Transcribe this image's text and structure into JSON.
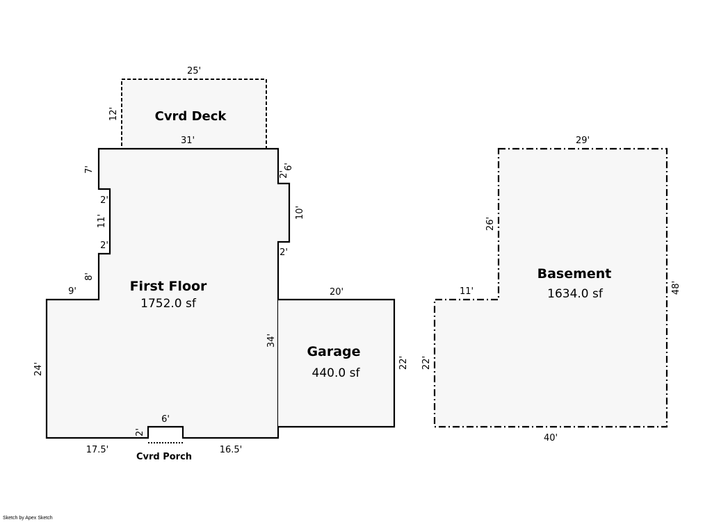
{
  "first_floor": {
    "name": "First Floor",
    "area": "1752.0 sf",
    "dims": {
      "top": "31'",
      "left_upper": "7'",
      "notch_a": "2'",
      "notch_mid": "11'",
      "notch_b": "2'",
      "left_lower": "8'",
      "step": "9'",
      "left_side": "24'",
      "bottom_left": "17.5'",
      "bottom_right": "16.5'",
      "right_top_a": "2'",
      "right_top_b": "6'",
      "right_bump": "10'",
      "right_step": "2'",
      "right_side": "34'"
    }
  },
  "cvrd_deck": {
    "name": "Cvrd Deck",
    "width": "25'",
    "depth": "12'"
  },
  "cvrd_porch": {
    "name": "Cvrd Porch",
    "width": "6'",
    "depth": "2'"
  },
  "garage": {
    "name": "Garage",
    "area": "440.0 sf",
    "width": "20'",
    "depth": "22'"
  },
  "basement": {
    "name": "Basement",
    "area": "1634.0 sf",
    "dims": {
      "top": "29'",
      "left_upper": "26'",
      "step": "11'",
      "left_lower": "22'",
      "bottom": "40'",
      "right": "48'"
    }
  },
  "credit": "Sketch by Apex Sketch"
}
